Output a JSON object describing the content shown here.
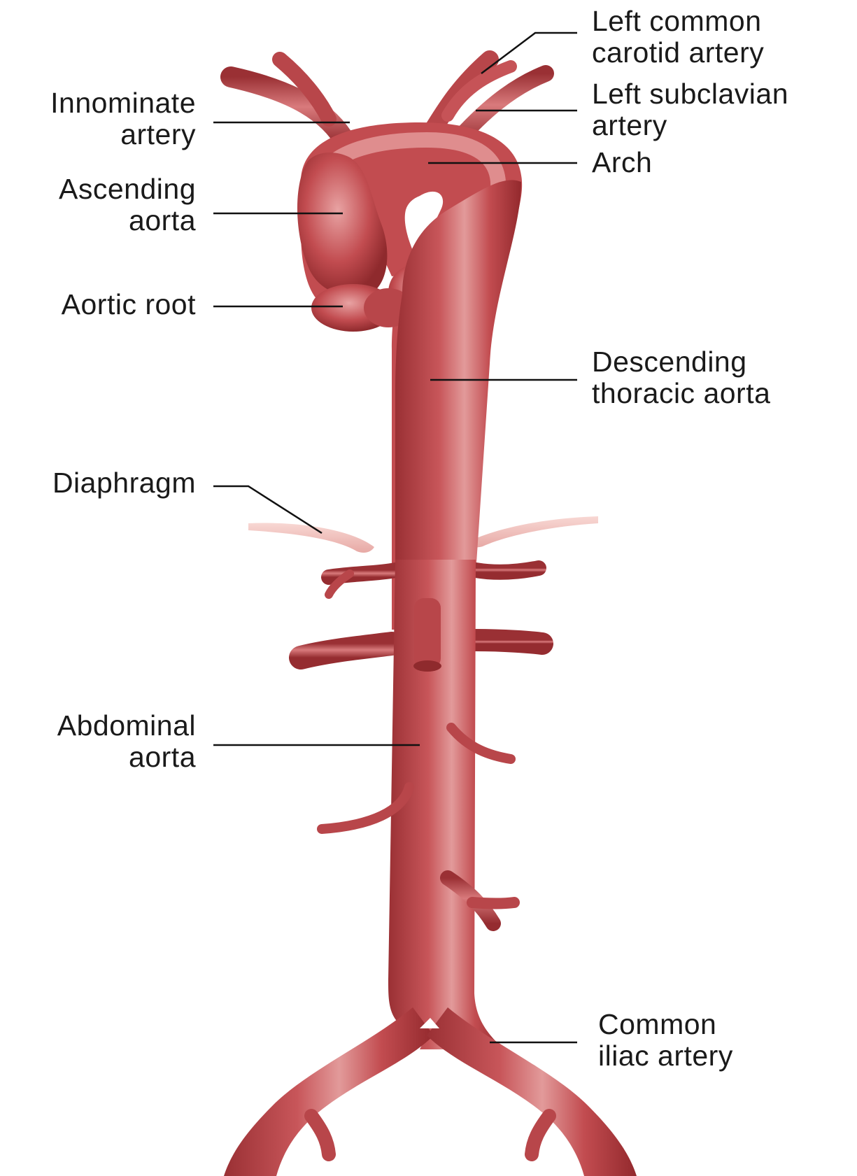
{
  "figure": {
    "vessel_color": "#c0474a",
    "vessel_highlight": "#e8a3a3",
    "vessel_shadow": "#8f2a2d",
    "diaphragm_color": "#f3c4c0",
    "leader_color": "#111111",
    "labels": {
      "left_common_carotid": [
        "Left common",
        "carotid artery"
      ],
      "left_subclavian": [
        "Left subclavian",
        "artery"
      ],
      "arch": [
        "Arch"
      ],
      "innominate": [
        "Innominate",
        "artery"
      ],
      "ascending_aorta": [
        "Ascending",
        "aorta"
      ],
      "aortic_root": [
        "Aortic root"
      ],
      "descending_thoracic": [
        "Descending",
        "thoracic aorta"
      ],
      "diaphragm": [
        "Diaphragm"
      ],
      "abdominal_aorta": [
        "Abdominal",
        "aorta"
      ],
      "common_iliac": [
        "Common",
        "iliac artery"
      ]
    }
  }
}
